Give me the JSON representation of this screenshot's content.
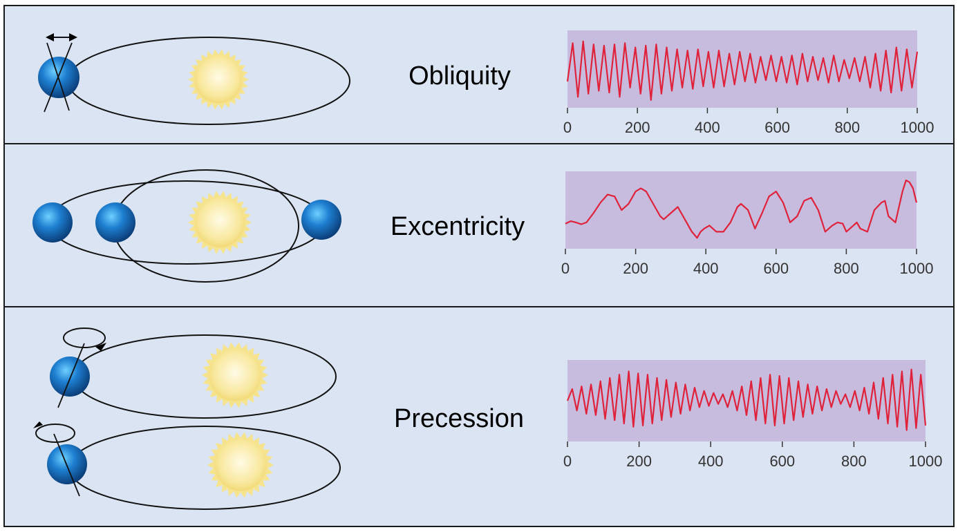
{
  "panels": [
    {
      "label": "Obliquity"
    },
    {
      "label": "Excentricity"
    },
    {
      "label": "Precession"
    }
  ],
  "colors": {
    "panel_bg": "#dbe4f2",
    "border": "#1a1a1a",
    "plot_bg": "#c7bcde",
    "series": "#e0213a",
    "planet": "#1e7fd1",
    "sun": "#f6e38d"
  },
  "chart_data": [
    {
      "type": "line",
      "title": "",
      "xlabel": "",
      "ylabel": "",
      "xlim": [
        0,
        1000
      ],
      "xticks": [
        "0",
        "200",
        "400",
        "600",
        "800",
        "1000"
      ],
      "series": [
        {
          "y": [
            0.3,
            0.92,
            0.05,
            0.95,
            0.1,
            0.9,
            0.15,
            0.88,
            0.12,
            0.9,
            0.05,
            0.92,
            0.2,
            0.85,
            0.1,
            0.88,
            0.0,
            0.9,
            0.1,
            0.85,
            0.15,
            0.82,
            0.2,
            0.8,
            0.18,
            0.82,
            0.22,
            0.78,
            0.2,
            0.8,
            0.22,
            0.75,
            0.25,
            0.78,
            0.3,
            0.75,
            0.28,
            0.7,
            0.32,
            0.72,
            0.3,
            0.7,
            0.28,
            0.72,
            0.25,
            0.75,
            0.3,
            0.7,
            0.32,
            0.68,
            0.28,
            0.72,
            0.3,
            0.65,
            0.35,
            0.68,
            0.3,
            0.7,
            0.2,
            0.75,
            0.15,
            0.8,
            0.12,
            0.85,
            0.15,
            0.82,
            0.2,
            0.78
          ]
        }
      ]
    },
    {
      "type": "line",
      "title": "",
      "xlabel": "",
      "ylabel": "",
      "xlim": [
        0,
        1000
      ],
      "xticks": [
        "0",
        "200",
        "400",
        "600",
        "800",
        "1000"
      ],
      "series": [
        {
          "x": [
            0,
            15,
            30,
            45,
            60,
            80,
            100,
            120,
            140,
            160,
            180,
            200,
            215,
            230,
            250,
            270,
            280,
            300,
            320,
            345,
            360,
            375,
            385,
            395,
            410,
            430,
            450,
            470,
            490,
            500,
            520,
            540,
            560,
            580,
            600,
            620,
            640,
            660,
            680,
            700,
            720,
            740,
            760,
            775,
            790,
            800,
            820,
            830,
            840,
            860,
            880,
            900,
            910,
            920,
            940,
            960,
            970,
            980,
            990,
            1000
          ],
          "y": [
            0.28,
            0.32,
            0.3,
            0.27,
            0.3,
            0.45,
            0.62,
            0.75,
            0.72,
            0.5,
            0.6,
            0.8,
            0.85,
            0.8,
            0.6,
            0.4,
            0.35,
            0.45,
            0.55,
            0.3,
            0.15,
            0.05,
            0.15,
            0.2,
            0.25,
            0.15,
            0.15,
            0.3,
            0.55,
            0.6,
            0.5,
            0.2,
            0.45,
            0.72,
            0.8,
            0.62,
            0.3,
            0.4,
            0.65,
            0.7,
            0.5,
            0.15,
            0.25,
            0.3,
            0.28,
            0.15,
            0.25,
            0.3,
            0.2,
            0.15,
            0.5,
            0.62,
            0.65,
            0.4,
            0.3,
            0.8,
            0.98,
            0.95,
            0.85,
            0.62
          ]
        }
      ]
    },
    {
      "type": "line",
      "title": "",
      "xlabel": "",
      "ylabel": "",
      "xlim": [
        0,
        1000
      ],
      "xticks": [
        "0",
        "200",
        "400",
        "600",
        "800",
        "1000"
      ],
      "series": [
        {
          "y": [
            0.5,
            0.68,
            0.35,
            0.72,
            0.3,
            0.75,
            0.28,
            0.8,
            0.22,
            0.85,
            0.2,
            0.9,
            0.15,
            0.95,
            0.1,
            0.92,
            0.12,
            0.9,
            0.15,
            0.85,
            0.2,
            0.82,
            0.25,
            0.78,
            0.3,
            0.75,
            0.35,
            0.7,
            0.4,
            0.65,
            0.42,
            0.62,
            0.45,
            0.6,
            0.4,
            0.65,
            0.35,
            0.72,
            0.28,
            0.8,
            0.2,
            0.85,
            0.15,
            0.9,
            0.12,
            0.88,
            0.15,
            0.85,
            0.2,
            0.8,
            0.25,
            0.75,
            0.3,
            0.72,
            0.35,
            0.68,
            0.4,
            0.65,
            0.45,
            0.6,
            0.4,
            0.65,
            0.35,
            0.7,
            0.3,
            0.78,
            0.22,
            0.85,
            0.15,
            0.9,
            0.1,
            0.95,
            0.05,
            0.98,
            0.08,
            0.9,
            0.12
          ]
        }
      ]
    }
  ]
}
